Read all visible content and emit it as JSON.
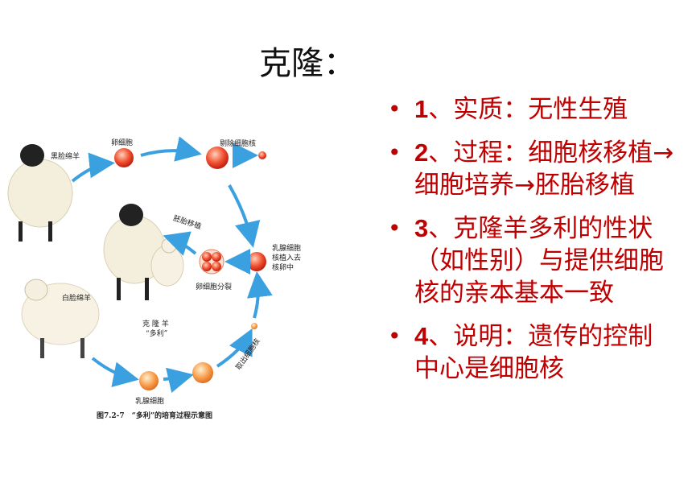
{
  "title": "克隆：",
  "figure": {
    "labels": {
      "black_face_sheep": "黑脸绵羊",
      "egg_cell": "卵细胞",
      "remove_nucleus": "剔除细胞核",
      "embryo_transfer": "胚胎移植",
      "mammary_transfer_1": "乳腺细胞",
      "mammary_transfer_2": "核植入去",
      "mammary_transfer_3": "核卵中",
      "egg_division": "卵细胞分裂",
      "clone_sheep": "克 隆 羊",
      "dolly": "“多利”",
      "white_face_sheep": "白脸绵羊",
      "extract_nucleus": "取出细胞核",
      "mammary_cell": "乳腺细胞",
      "caption": "图7.2-7　“多利”的培育过程示意图"
    }
  },
  "points": [
    {
      "num": "1",
      "text": "、实质：无性生殖"
    },
    {
      "num": "2",
      "text": "、过程：细胞核移植→细胞培养→胚胎移植"
    },
    {
      "num": "3",
      "text": "、克隆羊多利的性状（如性别）与提供细胞核的亲本基本一致"
    },
    {
      "num": "4",
      "text": "、说明：遗传的控制中心是细胞核"
    }
  ],
  "colors": {
    "accent": "#c00000",
    "arrow": "#3aa0e0"
  }
}
